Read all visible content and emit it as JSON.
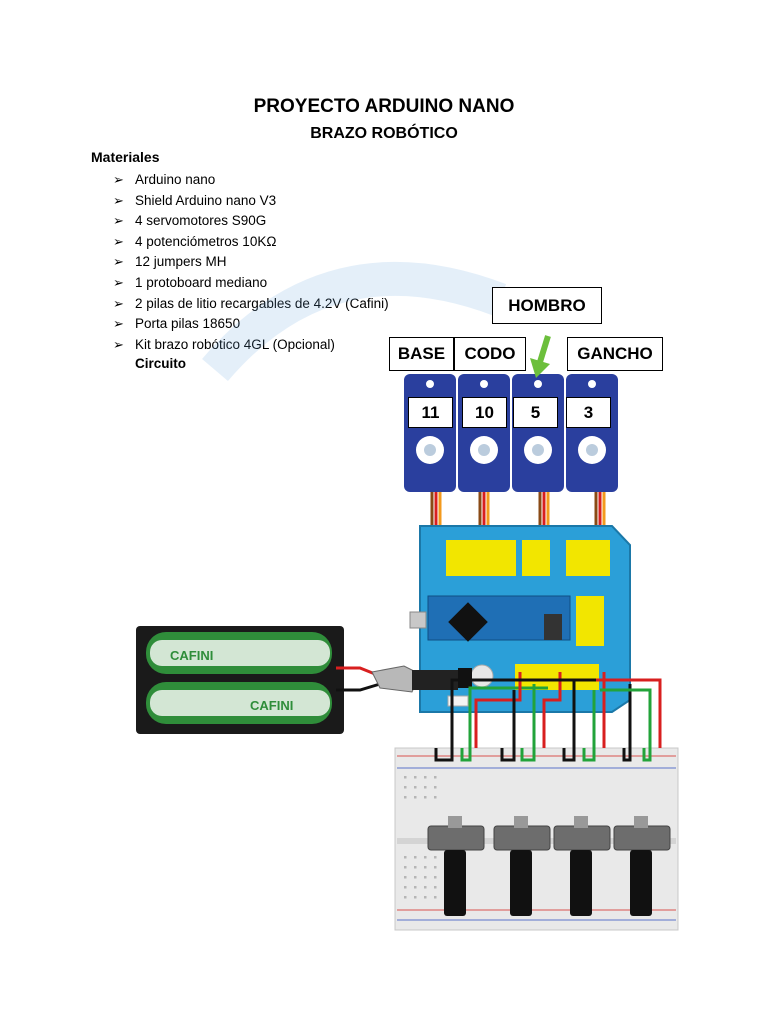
{
  "header": {
    "title": "PROYECTO ARDUINO NANO",
    "subtitle": "BRAZO ROBÓTICO"
  },
  "materials": {
    "heading": "Materiales",
    "items": [
      "Arduino nano",
      "Shield Arduino nano V3",
      "4 servomotores S90G",
      "4 potenciómetros 10KΩ",
      "12 jumpers MH",
      "1 protoboard mediano",
      "2 pilas de litio recargables de 4.2V (Cafini)",
      "Porta pilas 18650",
      "Kit brazo robótico 4GL (Opcional)"
    ]
  },
  "circuit": {
    "heading": "Circuito",
    "joint_labels": {
      "base": "BASE",
      "codo": "CODO",
      "hombro": "HOMBRO",
      "gancho": "GANCHO"
    },
    "servo_pins": [
      "11",
      "10",
      "5",
      "3"
    ],
    "battery_brand": "CAFINI",
    "colors": {
      "servo_blue": "#2a3f9e",
      "board_blue": "#2b9fd8",
      "header_yellow": "#f2e600",
      "wire_red": "#d81f1f",
      "wire_green": "#22a33a",
      "wire_black": "#111111",
      "arrow_green": "#6cbf3c",
      "battery_green": "#2f8d3a"
    }
  }
}
